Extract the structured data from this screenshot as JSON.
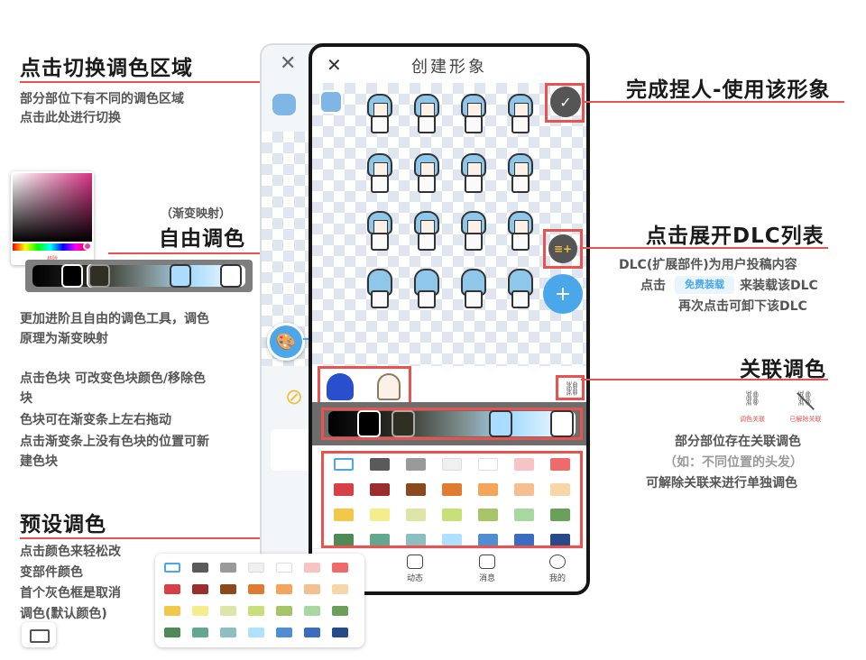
{
  "annotations": {
    "switch_region": {
      "title": "点击切换调色区域",
      "lines": [
        "部分部位下有不同的调色区域",
        "点击此处进行切换"
      ]
    },
    "free_palette": {
      "subtitle": "（渐变映射）",
      "title": "自由调色",
      "lines": [
        "更加进阶且自由的调色工具，调色",
        "原理为渐变映射",
        "",
        "点击色块 可改变色块颜色/移除色",
        "块",
        "色块可在渐变条上左右拖动",
        "点击渐变条上没有色块的位置可新",
        "建色块"
      ]
    },
    "preset_palette": {
      "title": "预设调色",
      "lines": [
        "点击颜色来轻松改",
        "变部件颜色",
        "首个灰色框是取消",
        "调色(默认颜色)"
      ]
    },
    "finish": {
      "title": "完成捏人-使用该形象"
    },
    "dlc": {
      "title": "点击展开DLC列表",
      "line1": "DLC(扩展部件)为用户投稿内容",
      "line2_pre": "点击",
      "badge": "免费装载",
      "line2_post": "来装载该DLC",
      "line3": "再次点击可卸下该DLC"
    },
    "linked": {
      "title": "关联调色",
      "linked_label": "调色关联",
      "unlinked_label": "已解除关联",
      "lines": [
        "部分部位存在关联调色",
        "（如：不同位置的头发）",
        "可解除关联来进行单独调色"
      ]
    }
  },
  "picker": {
    "remove_label": "移除"
  },
  "phone": {
    "title": "创建形象",
    "close_icon": "✕",
    "confirm_icon": "✓",
    "add_icon": "+",
    "dlc_icon": "≡+"
  },
  "bottom_nav": [
    {
      "label": "动态",
      "icon": "chat-bubble-icon"
    },
    {
      "label": "消息",
      "icon": "mail-icon"
    },
    {
      "label": "我的",
      "icon": "smiley-icon"
    }
  ],
  "preset_colors": [
    [
      "#ffffff",
      "#5a5a5a",
      "#9a9a9a",
      "#f0f0f0",
      "#ffffff",
      "#f7c3c4",
      "#ef6a6a"
    ],
    [
      "#d64046",
      "#9c2d2d",
      "#8a4a1e",
      "#e07c32",
      "#f4a55c",
      "#f4c090",
      "#f7d7a8"
    ],
    [
      "#f2c84b",
      "#f5ec8c",
      "#dde5a8",
      "#c7e07a",
      "#a6c468",
      "#a8d7a0",
      "#6aa05a"
    ],
    [
      "#4f8a56",
      "#62a88e",
      "#8dbfc1",
      "#aee0ff",
      "#4f8ed1",
      "#3a6cc0",
      "#274a8a"
    ]
  ],
  "gradient_chips": [
    "#000000",
    "#1c1c1c",
    "#2f2f24",
    "#a9dcff",
    "#ffffff"
  ],
  "colors": {
    "accent_red": "#e8524f",
    "blue": "#4aa8ea",
    "dark_btn": "#555555"
  }
}
